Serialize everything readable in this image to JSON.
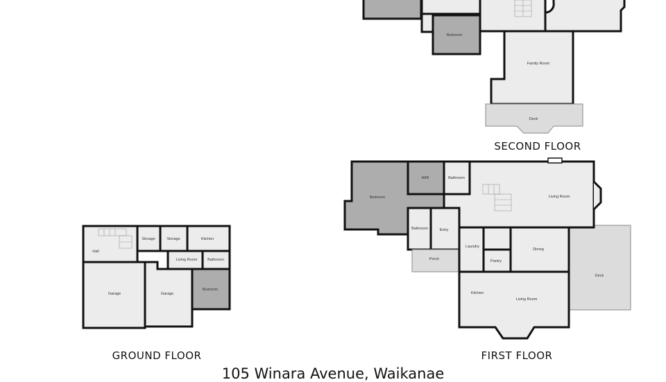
{
  "address": "105 Winara Avenue, Waikanae",
  "second_floor": {
    "title": "SECOND FLOOR",
    "rooms": {
      "bedroom": "Bedroom",
      "family_room": "Family Room",
      "deck": "Deck"
    }
  },
  "first_floor": {
    "title": "FIRST FLOOR",
    "rooms": {
      "bedroom": "Bedroom",
      "wir": "WIR",
      "bathroom_upper": "Bathroom",
      "living_room": "Living Room",
      "bathroom": "Bathroom",
      "entry": "Entry",
      "porch": "Porch",
      "laundry": "Laundry",
      "pantry": "Pantry",
      "dining": "Dining",
      "deck": "Deck",
      "kitchen": "Kitchen",
      "living_room_lower": "Living Room"
    }
  },
  "ground_floor": {
    "title": "GROUND FLOOR",
    "rooms": {
      "hall": "Hall",
      "storage_1": "Storage",
      "storage_2": "Storage",
      "kitchen": "Kitchen",
      "living_room": "Living Room",
      "bathroom": "Bathroom",
      "garage_1": "Garage",
      "garage_2": "Garage",
      "bedroom": "Bedroom"
    }
  }
}
